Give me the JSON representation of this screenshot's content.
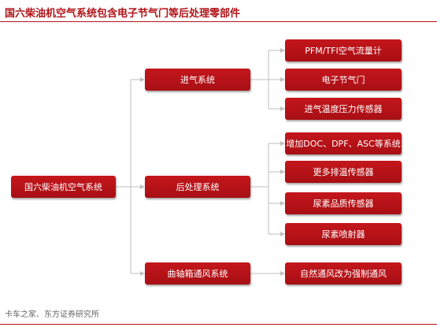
{
  "title": "国六柴油机空气系统包含电子节气门等后处理零部件",
  "root": "国六柴油机空气系统",
  "branches": [
    {
      "label": "进气系统",
      "children": [
        "PFM/TFI空气流量计",
        "电子节气门",
        "进气温度压力传感器"
      ]
    },
    {
      "label": "后处理系统",
      "children": [
        "增加DOC、DPF、ASC等系统",
        "更多排温传感器",
        "尿素品质传感器",
        "尿素喷射器"
      ]
    },
    {
      "label": "曲轴箱通风系统",
      "children": [
        "自然通风改为强制通风"
      ]
    }
  ],
  "source": "卡车之家、东方证券研究所",
  "colors": {
    "accent": "#b01318",
    "node": "#c4161c",
    "line": "#bfbfbf"
  }
}
